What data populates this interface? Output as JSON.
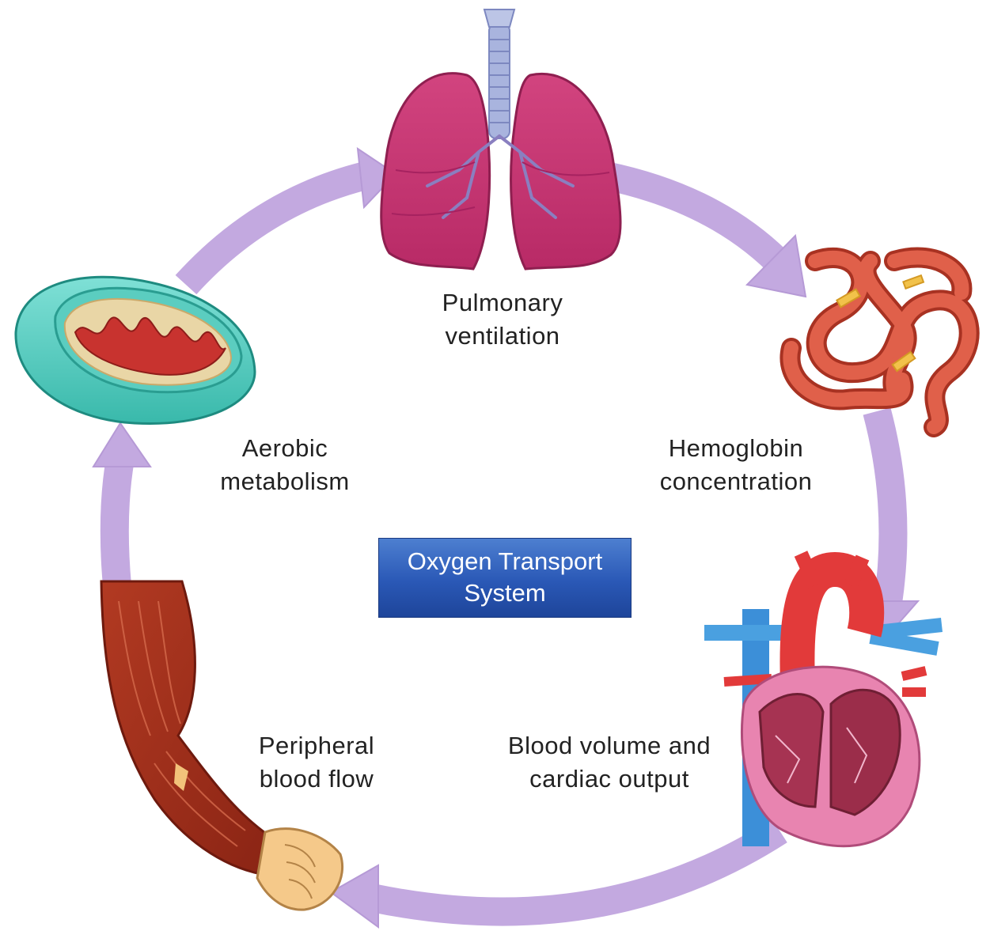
{
  "center_title": {
    "line1": "Oxygen Transport",
    "line2": "System"
  },
  "stages": {
    "pulmonary": {
      "line1": "Pulmonary",
      "line2": "ventilation",
      "icon": "lungs-icon"
    },
    "hemoglobin": {
      "line1": "Hemoglobin",
      "line2": "concentration",
      "icon": "hemoglobin-molecule-icon"
    },
    "cardiac": {
      "line1": "Blood volume and",
      "line2": "cardiac output",
      "icon": "heart-icon"
    },
    "peripheral": {
      "line1": "Peripheral",
      "line2": "blood flow",
      "icon": "arm-muscle-icon"
    },
    "aerobic": {
      "line1": "Aerobic",
      "line2": "metabolism",
      "icon": "mitochondrion-icon"
    }
  },
  "colors": {
    "cycle_arrow": "#c3a9e0",
    "center_box": "#2f5fbf"
  }
}
